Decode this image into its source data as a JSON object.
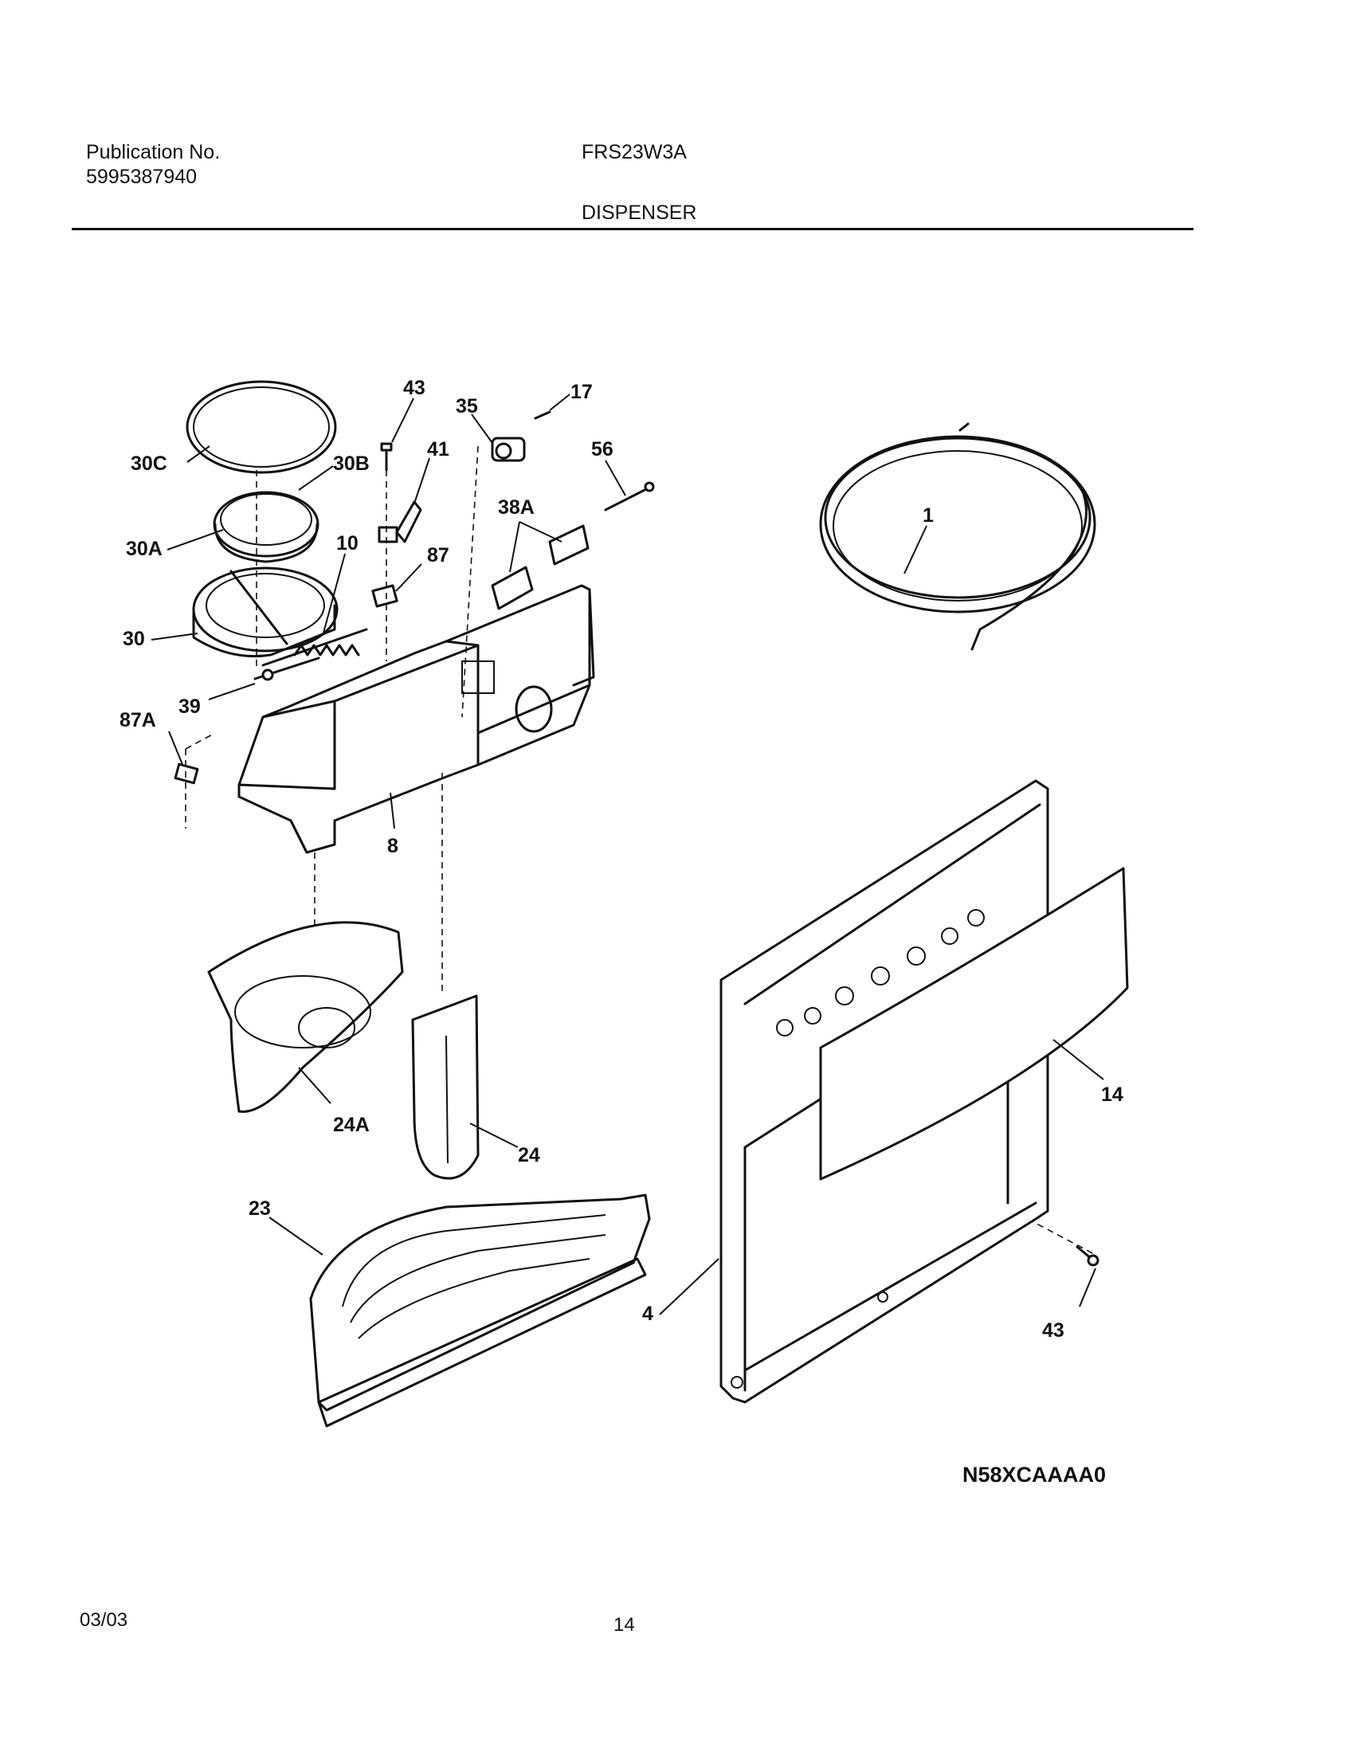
{
  "header": {
    "publication_label": "Publication No.",
    "publication_number": "5995387940",
    "model": "FRS23W3A",
    "section_title": "DISPENSER"
  },
  "diagram": {
    "callouts": {
      "c43a": "43",
      "c35": "35",
      "c17": "17",
      "c30c": "30C",
      "c30b": "30B",
      "c41": "41",
      "c56": "56",
      "c38a": "38A",
      "c30a": "30A",
      "c10": "10",
      "c87": "87",
      "c30": "30",
      "c39": "39",
      "c87a": "87A",
      "c8": "8",
      "c1": "1",
      "c24a": "24A",
      "c24": "24",
      "c23": "23",
      "c14": "14",
      "c4": "4",
      "c43b": "43"
    },
    "drawing_code": "N58XCAAAA0"
  },
  "footer": {
    "date": "03/03",
    "page_number": "14"
  }
}
